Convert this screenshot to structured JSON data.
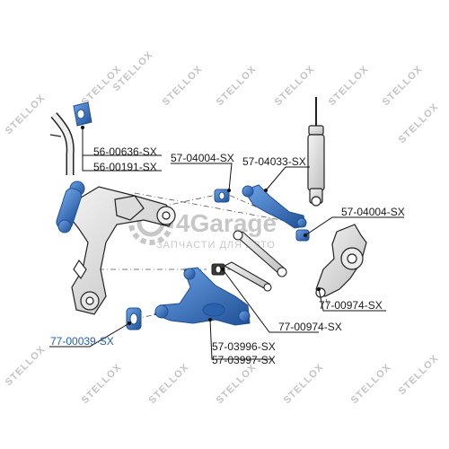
{
  "watermark": {
    "brand": "4Garage",
    "tagline": "ЗАПЧАСТИ ДЛЯ АВТО",
    "border_text": "STELLOX"
  },
  "colors": {
    "part_blue": "#3f7fd0",
    "part_blue_dark": "#1f4f96",
    "line": "#222222",
    "highlight_text": "#1f5fb4"
  },
  "callouts": [
    {
      "id": "c1",
      "lines": [
        "56-00636-SX",
        "56-00191-SX"
      ],
      "highlight": false
    },
    {
      "id": "c2",
      "lines": [
        "57-04004-SX"
      ],
      "highlight": false
    },
    {
      "id": "c3",
      "lines": [
        "57-04033-SX"
      ],
      "highlight": false
    },
    {
      "id": "c4",
      "lines": [
        "57-04004-SX"
      ],
      "highlight": false
    },
    {
      "id": "c5",
      "lines": [
        "77-00974-SX"
      ],
      "highlight": false
    },
    {
      "id": "c6",
      "lines": [
        "77-00974-SX"
      ],
      "highlight": false
    },
    {
      "id": "c7",
      "lines": [
        "77-00039-SX"
      ],
      "highlight": true
    },
    {
      "id": "c8",
      "lines": [
        "57-03996-SX",
        "57-03997-SX"
      ],
      "highlight": false
    }
  ]
}
